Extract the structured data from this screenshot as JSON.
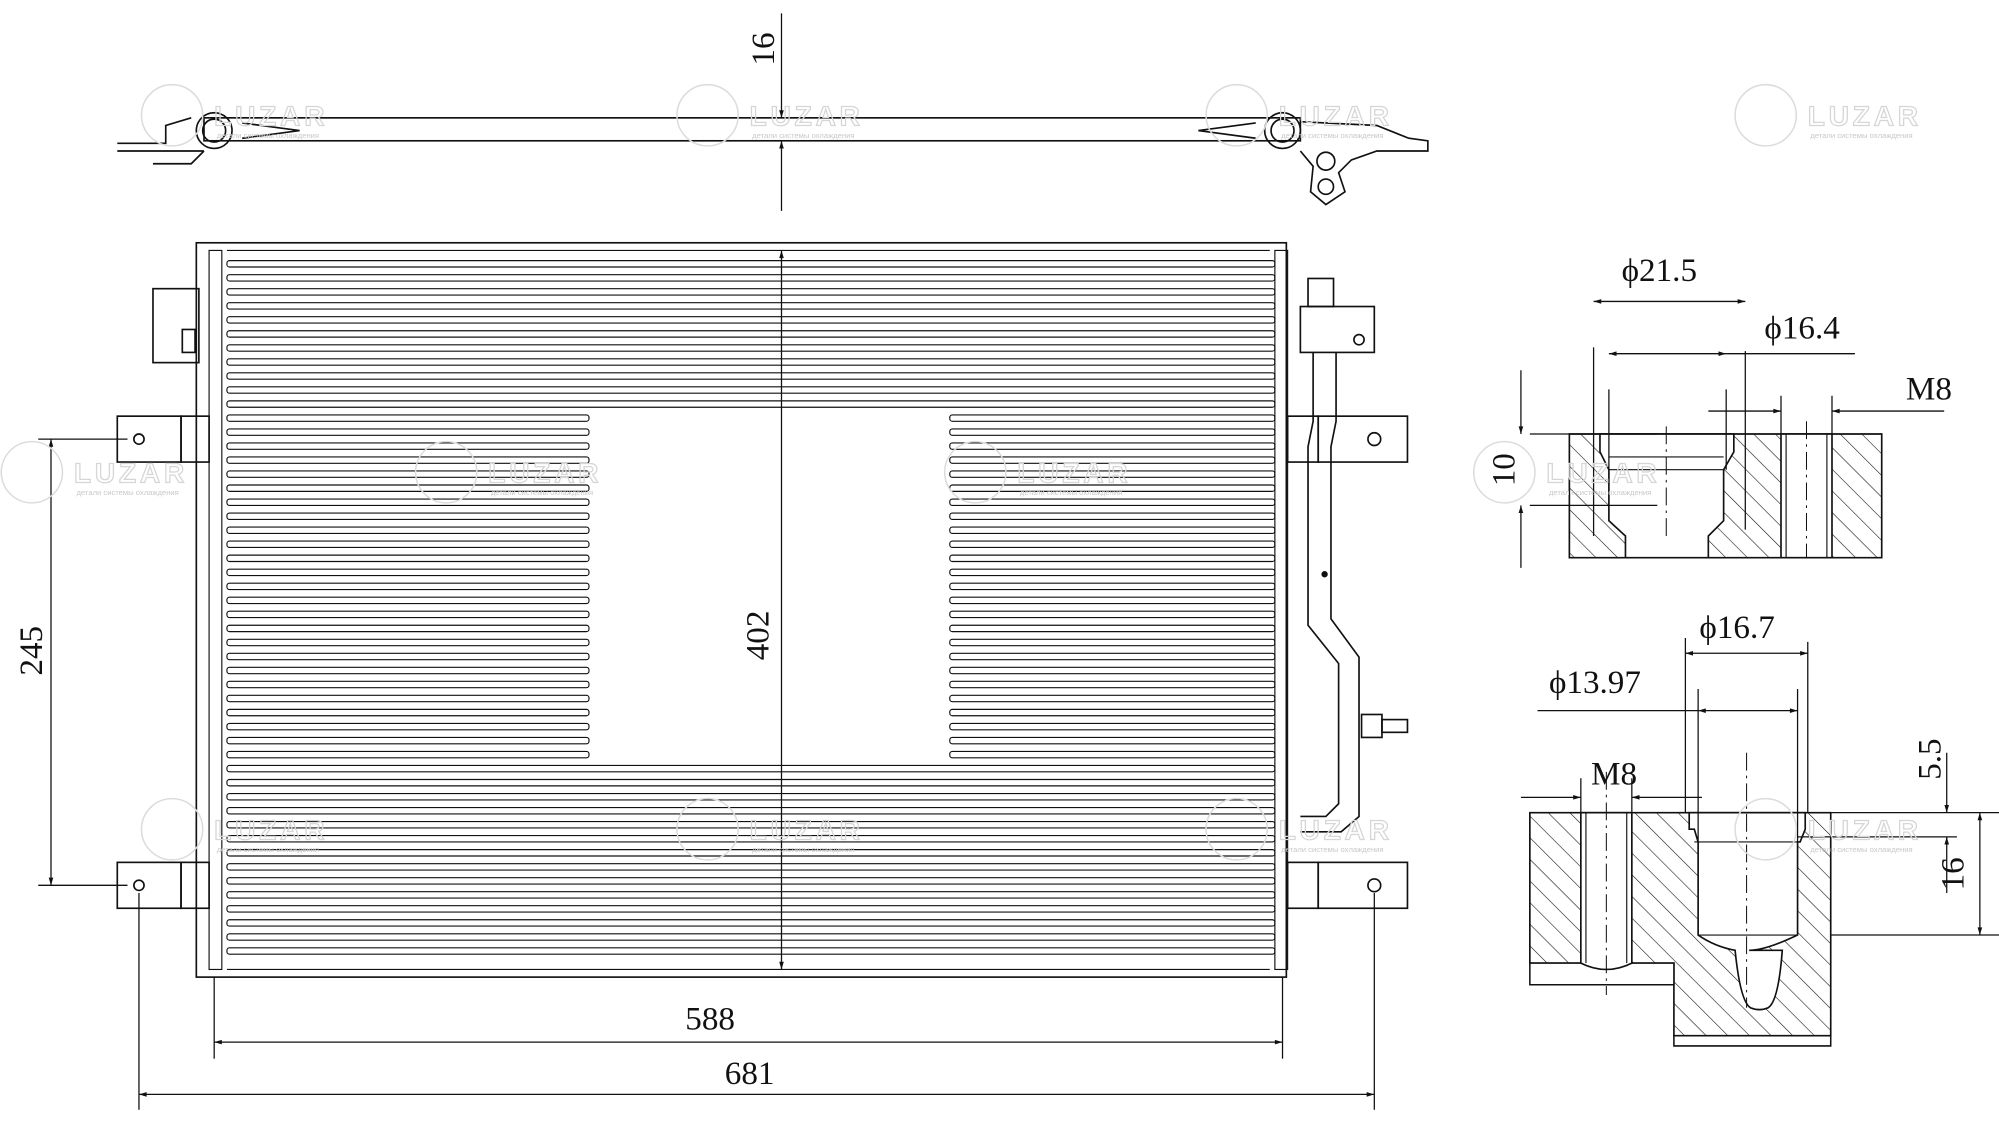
{
  "watermark": {
    "brand": "LUZAR",
    "tagline": "детали системы охлаждения"
  },
  "dimensions": {
    "depth": "16",
    "core_height": "402",
    "mount_spacing": "245",
    "core_width": "588",
    "overall_width": "681"
  },
  "detail_top": {
    "outer_dia": "ϕ21.5",
    "inner_dia": "ϕ16.4",
    "thread": "M8",
    "depth": "10"
  },
  "detail_bottom": {
    "outer_dia": "ϕ16.7",
    "inner_dia": "ϕ13.97",
    "thread": "M8",
    "step": "5.5",
    "depth": "16"
  },
  "colors": {
    "line": "#111111",
    "watermark": "#d6d6d6"
  }
}
